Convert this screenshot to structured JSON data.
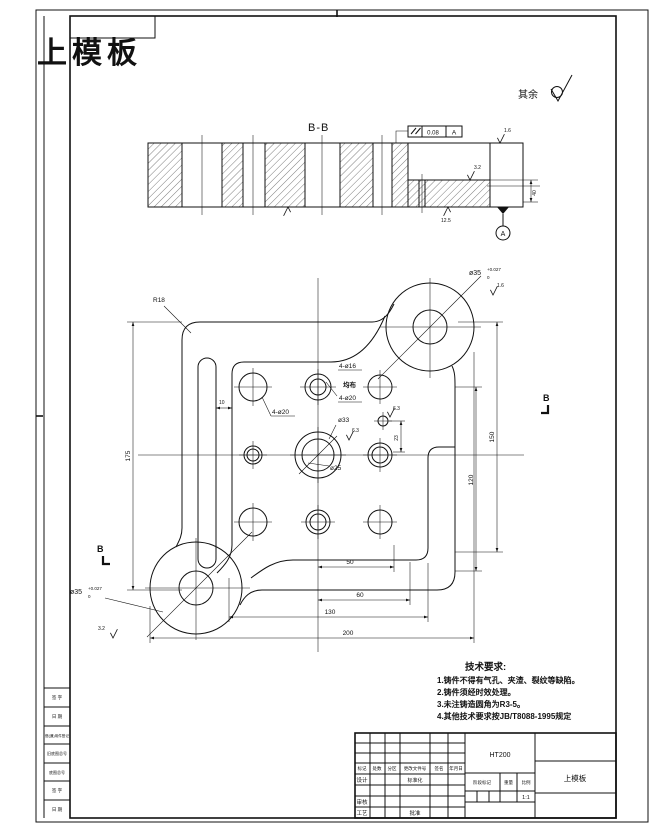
{
  "colors": {
    "annotation_red": "#e02020",
    "ink": "#111111"
  },
  "overlay": {
    "title": "上模板"
  },
  "corner_note": {
    "rest": "其余"
  },
  "section_view": {
    "label": "B-B",
    "tol_value": "0.08",
    "tol_datum": "A",
    "rough_top": "1.6",
    "rough_ledge": "3.2",
    "rough_bottom": "12.5",
    "datum": "A",
    "dim_ledge": "40"
  },
  "plan_view": {
    "dims": {
      "height": "175",
      "right_outer": "150",
      "right_inner": "120",
      "total_width": "200",
      "pocket_width": "130",
      "dim60": "60",
      "dim50": "50",
      "gap10": "10",
      "radius": "R18",
      "pin23": "23"
    },
    "callouts": {
      "corner_holes": "4-ø20",
      "cb_outer": "4-ø16",
      "cb_note": "均布",
      "cb_inner": "4-ø20",
      "center_outer": "ø33",
      "center_inner": "ø25",
      "rough_63": "6.3",
      "pin_rough": "6.3",
      "guide_dia": "ø35",
      "guide_tol_sup": "+0.027",
      "guide_tol_sub": "0",
      "rough_16": "1.6",
      "rough_32": "3.2",
      "section_letter": "B"
    }
  },
  "tech_requirements": {
    "title": "技术要求:",
    "items": [
      "1.铸件不得有气孔、夹渣、裂纹等缺陷。",
      "2.铸件须经时效处理。",
      "3.未注铸造圆角为R3-5。",
      "4.其他技术要求按JB/T8088-1995规定"
    ]
  },
  "title_block": {
    "material": "HT200",
    "part_name": "上模板",
    "scale_value": "1:1",
    "header_cells": [
      "标记",
      "处数",
      "分区",
      "更改文件号",
      "签名",
      "年月日"
    ],
    "design": "设计",
    "standard": "标准化",
    "audit": "审核",
    "process": "工艺",
    "approve": "批准",
    "stage": "阶段标记",
    "weight": "重量",
    "scale": "比例"
  },
  "margin_strip": {
    "cells": [
      "签 字",
      "日 期",
      "借(通)用件登记",
      "旧底图总号",
      "底图总号",
      "签 字",
      "日 期"
    ]
  }
}
